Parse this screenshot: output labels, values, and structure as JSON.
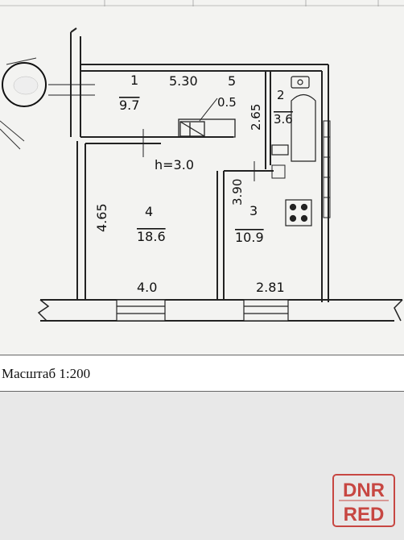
{
  "plan": {
    "total_length": "5.30",
    "corridor_number": "5",
    "rooms": [
      {
        "number": "1",
        "area": "9.7"
      },
      {
        "number": "2",
        "area": "3.6"
      },
      {
        "number": "3",
        "area": "10.9"
      },
      {
        "number": "4",
        "area": "18.6"
      }
    ],
    "dimensions": {
      "closet_width": "0.5",
      "bath_height": "2.65",
      "ceiling_height": "h=3.0",
      "kitchen_depth": "3.90",
      "room_depth": "4.65",
      "room_width": "4.0",
      "kitchen_width": "2.81"
    }
  },
  "scale": {
    "label": "Масштаб 1:200"
  },
  "watermark": {
    "line1": "DNR",
    "line2": "RED",
    "color": "#c22b26"
  }
}
